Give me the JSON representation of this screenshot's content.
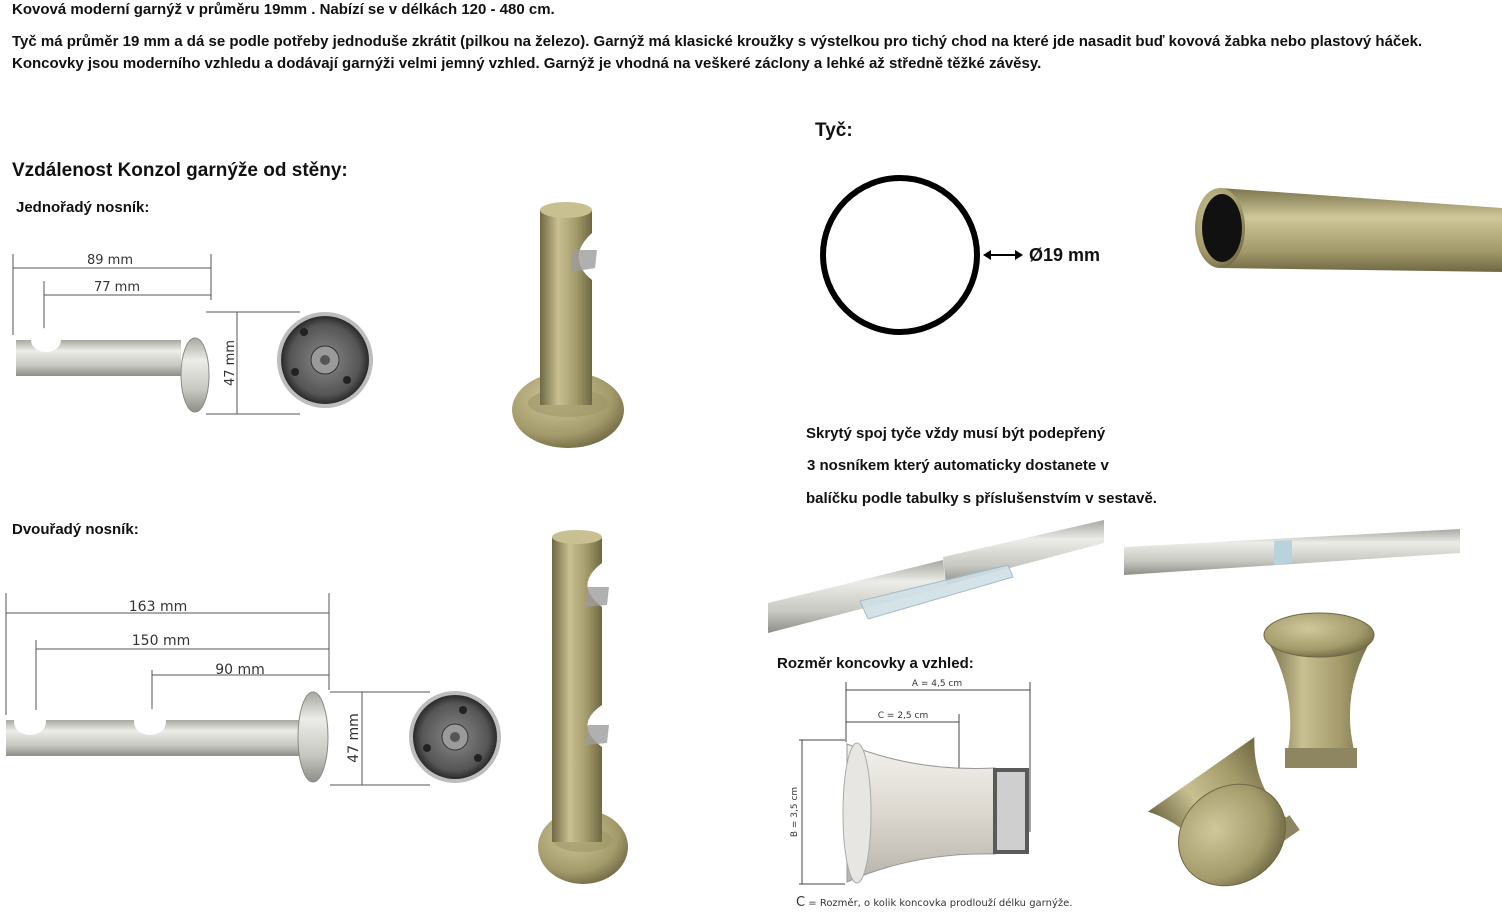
{
  "intro": {
    "line1": "Kovová moderní garnýž v průměru 19mm . Nabízí se v délkách 120 - 480 cm.",
    "line2": "Tyč má průměr 19 mm a dá se podle potřeby jednoduše zkrátit (pilkou na železo). Garnýž má klasické kroužky s výstelkou pro tichý chod na které jde nasadit buď kovová žabka nebo plastový háček.",
    "line3": "Koncovky jsou moderního vzhledu a dodávají garnýži velmi jemný vzhled. Garnýž je vhodná na veškeré záclony a lehké až středně těžké závěsy."
  },
  "left": {
    "heading": "Vzdálenost Konzol garnýže od stěny:",
    "single": {
      "label": "Jednořadý nosník:",
      "dim_total": "89 mm",
      "dim_inner": "77 mm",
      "dim_height": "47 mm"
    },
    "double": {
      "label": "Dvouřadý nosník:",
      "dim_total": "163 mm",
      "dim_mid": "150 mm",
      "dim_inner": "90 mm",
      "dim_height": "47 mm"
    }
  },
  "right": {
    "rod_heading": "Tyč:",
    "rod_diameter": "Ø19 mm",
    "joint_note": [
      "Skrytý spoj tyče vždy musí být podepřený",
      "3 nosníkem který automaticky dostanete v",
      "balíčku podle tabulky s příslušenstvím v sestavě."
    ],
    "end_heading": "Rozměr koncovky a vzhled:",
    "end_dims": {
      "a": "A = 4,5 cm",
      "c": "C = 2,5 cm",
      "b": "B = 3,5 cm",
      "caption_letter": "C",
      "caption_text": " = Rozměr, o kolik koncovka prodlouží délku garnýže."
    }
  },
  "colors": {
    "brass_light": "#c9c092",
    "brass_mid": "#a39a6a",
    "brass_dark": "#6e6843",
    "steel_light": "#e6e6e2",
    "steel_dark": "#9a9a94"
  }
}
